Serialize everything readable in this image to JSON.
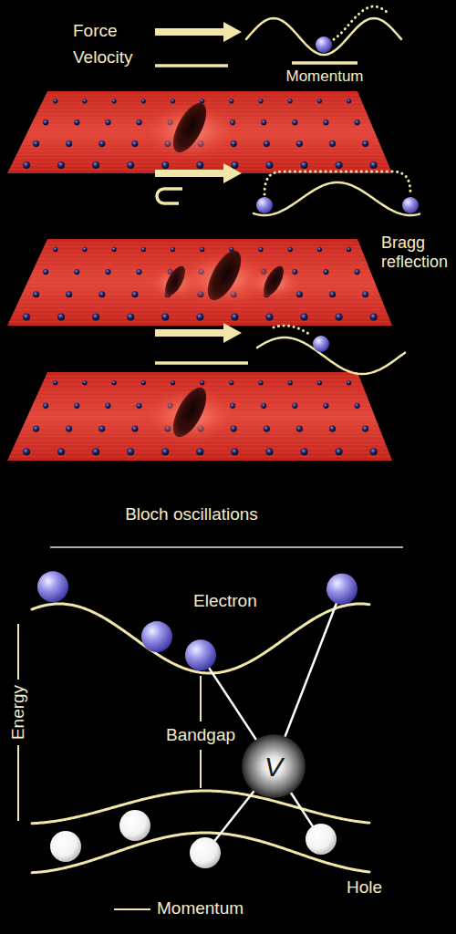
{
  "diagram": {
    "nodes": [
      {
        "text": [
          "V"
        ]
      }
    ],
    "labels": [
      "Force",
      "Velocity",
      "Momentum",
      "Bragg reflection",
      "Bloch oscillations",
      "Electron",
      "Energy",
      "Bandgap",
      "Hole",
      "Momentum"
    ]
  }
}
